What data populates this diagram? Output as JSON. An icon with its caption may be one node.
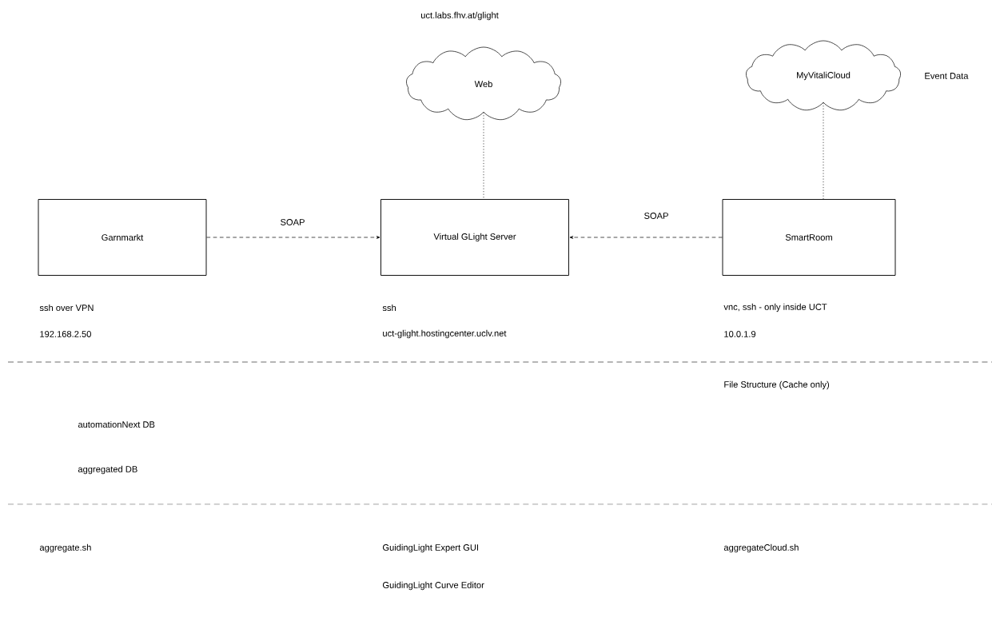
{
  "diagram": {
    "nodes": [
      {
        "text": [
          "Garnmarkt"
        ],
        "beside": [
          "ssh over VPN",
          "192.168.2.50"
        ]
      },
      {
        "text": [
          "Virtual GLight Server"
        ],
        "beside": [
          "ssh",
          "uct-glight.hostingcenter.uclv.net"
        ]
      },
      {
        "text": [
          "SmartRoom"
        ],
        "beside": [
          "vnc, ssh - only inside UCT",
          "10.0.1.9"
        ]
      },
      {
        "text": [
          "Web"
        ],
        "beside": [
          "uct.labs.fhv.at/glight"
        ]
      },
      {
        "text": [
          "MyVitaliCloud"
        ],
        "beside": [
          "Event Data"
        ]
      }
    ],
    "edges": [
      {
        "from": 0,
        "to": 1,
        "arrow": "to",
        "label": "SOAP",
        "style": "dashed"
      },
      {
        "from": 2,
        "to": 1,
        "arrow": "to",
        "label": "SOAP",
        "style": "dashed"
      },
      {
        "from": 3,
        "to": 1,
        "arrow": "none",
        "style": "dashed"
      },
      {
        "from": 4,
        "to": 2,
        "arrow": "none",
        "style": "dashed"
      }
    ],
    "labels": [
      "automationNext DB",
      "aggregated DB",
      "File Structure (Cache only)",
      "aggregate.sh",
      "GuidingLight Expert GUI",
      "GuidingLight Curve Editor",
      "aggregateCloud.sh"
    ]
  }
}
